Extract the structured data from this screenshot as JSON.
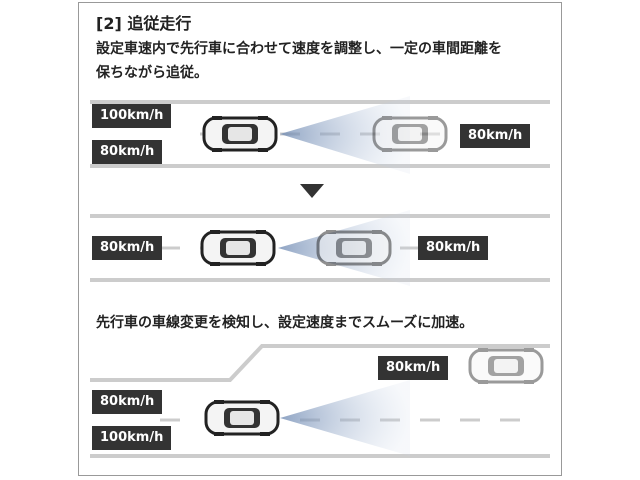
{
  "section": {
    "heading": "[2] 追従走行",
    "description_line1": "設定車速内で先行車に合わせて速度を調整し、一定の車間距離を",
    "description_line2": "保ちながら追従。",
    "description2": "先行車の車線変更を検知し、設定速度までスムーズに加速。"
  },
  "scene1": {
    "set_speed": "100km/h",
    "own_speed": "80km/h",
    "lead_speed": "80km/h"
  },
  "scene2": {
    "own_speed": "80km/h",
    "lead_speed": "80km/h"
  },
  "scene3": {
    "lead_speed": "80km/h",
    "own_speed": "80km/h",
    "set_speed": "100km/h"
  },
  "colors": {
    "label_bg": "#333333",
    "road_line": "#cccccc",
    "sensor": "#8ea4c4",
    "arrow": "#333333"
  }
}
